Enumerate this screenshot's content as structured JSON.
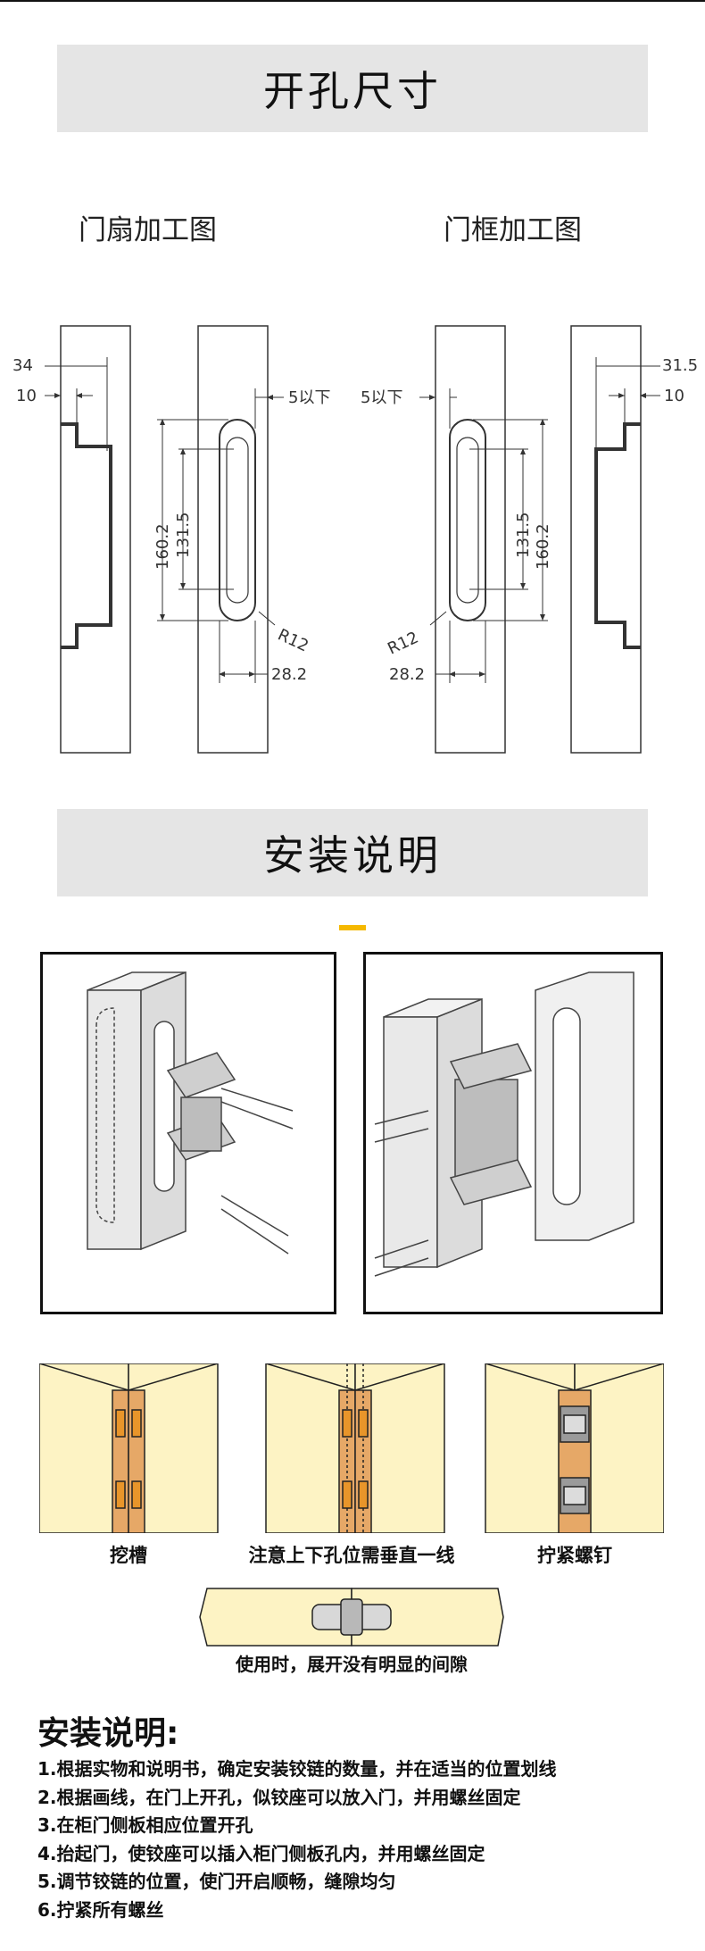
{
  "section1": {
    "title": "开孔尺寸",
    "left_label": "门扇加工图",
    "right_label": "门框加工图"
  },
  "dims": {
    "d34": "34",
    "d10": "10",
    "d5": "5以下",
    "d160": "160.2",
    "d131": "131.5",
    "r12": "R12",
    "d28": "28.2",
    "d315": "31.5"
  },
  "section2": {
    "title": "安装说明"
  },
  "steps_diagrams": [
    {
      "caption": "挖槽"
    },
    {
      "caption": "注意上下孔位需垂直一线"
    },
    {
      "caption": "拧紧螺钉"
    }
  ],
  "gap_caption": "使用时，展开没有明显的间隙",
  "instructions": {
    "heading": "安装说明:",
    "items": [
      "1.根据实物和说明书，确定安装铰链的数量，并在适当的位置划线",
      "2.根据画线，在门上开孔，似铰座可以放入门，并用螺丝固定",
      "3.在柜门侧板相应位置开孔",
      "4.抬起门，使铰座可以插入柜门侧板孔内，并用螺丝固定",
      "5.调节铰链的位置，使门开启顺畅，缝隙均匀",
      "6.拧紧所有螺丝"
    ]
  },
  "colors": {
    "banner_bg": "#e5e5e5",
    "accent": "#f5b800",
    "panel_fill": "#fdf3c4",
    "slot_fill": "#e6a867",
    "hole_fill": "#e8952a"
  }
}
